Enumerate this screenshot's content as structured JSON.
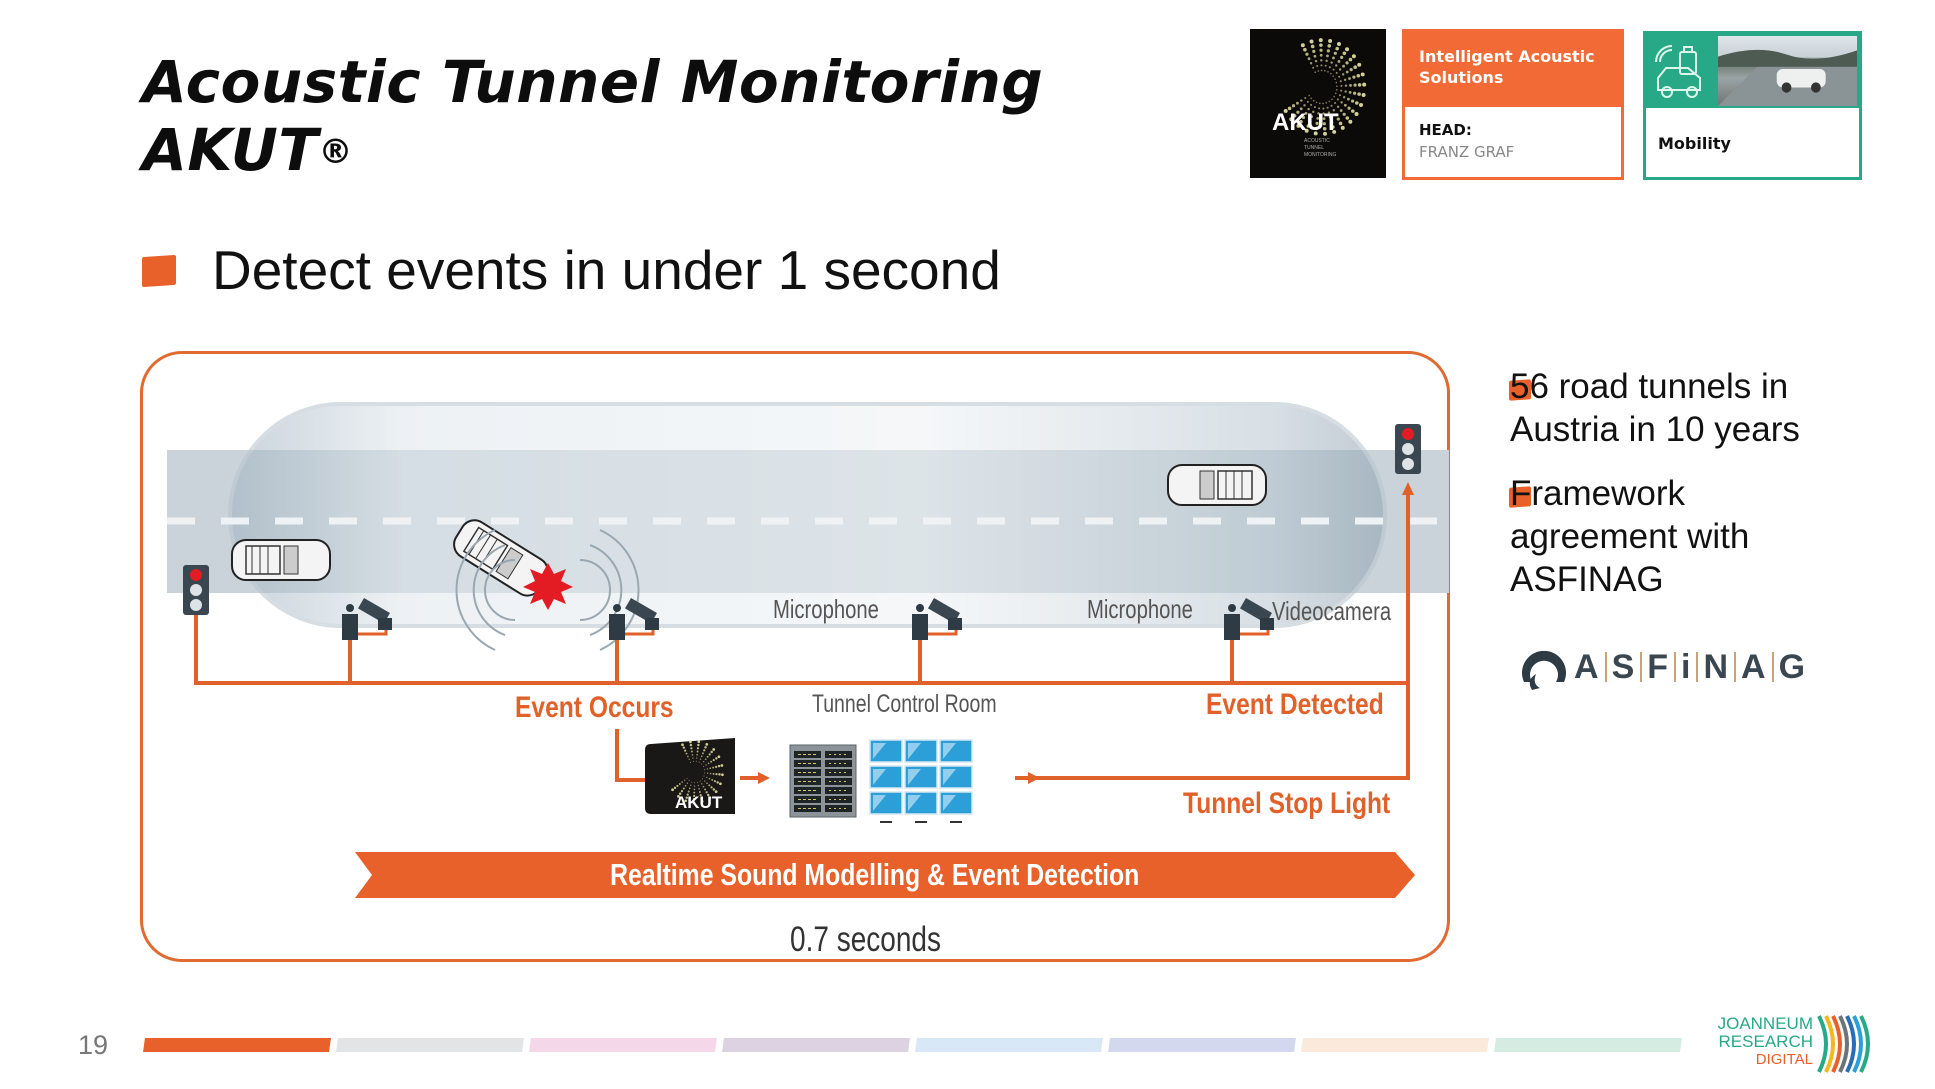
{
  "header": {
    "title_line1": "Acoustic Tunnel Monitoring",
    "title_line2": "AKUT",
    "title_mark": "®"
  },
  "main_bullet": "Detect events in under 1 second",
  "cards": {
    "logo": {
      "text": "AKUT",
      "subtitle": "ACOUSTIC TUNNEL MONITORING"
    },
    "org": {
      "title": "Intelligent Acoustic Solutions",
      "head_label": "HEAD:",
      "head_name": "FRANZ GRAF",
      "color": "#f26a35"
    },
    "mobility": {
      "label": "Mobility",
      "color": "#27a987"
    }
  },
  "side_bullets": [
    {
      "lines": [
        "56 road tunnels in",
        "Austria in 10 years"
      ]
    },
    {
      "lines": [
        "Framework",
        "agreement with",
        "ASFINAG"
      ]
    }
  ],
  "partner_logo": {
    "letters": [
      "A",
      "S",
      "F",
      "i",
      "N",
      "A",
      "G"
    ]
  },
  "diagram": {
    "labels": {
      "microphone_1": "Microphone",
      "microphone_2": "Microphone",
      "videocamera": "Videocamera",
      "event_occurs": "Event Occurs",
      "tunnel_control_room": "Tunnel Control Room",
      "event_detected": "Event Detected",
      "tunnel_stop_light": "Tunnel Stop Light",
      "akut_box": "AKUT"
    },
    "banner": "Realtime Sound Modelling & Event Detection",
    "duration": "0.7 seconds",
    "accent": "#e0622a"
  },
  "footer": {
    "page_number": "19",
    "bars": [
      "#e8602a",
      "#e2e4e6",
      "#f4d8ea",
      "#dcd2e2",
      "#d8e8f6",
      "#d4d8ef",
      "#fbeadb",
      "#d5ece3"
    ],
    "logo_line1": "JOANNEUM",
    "logo_line2": "RESEARCH",
    "logo_line3": "DIGITAL"
  }
}
